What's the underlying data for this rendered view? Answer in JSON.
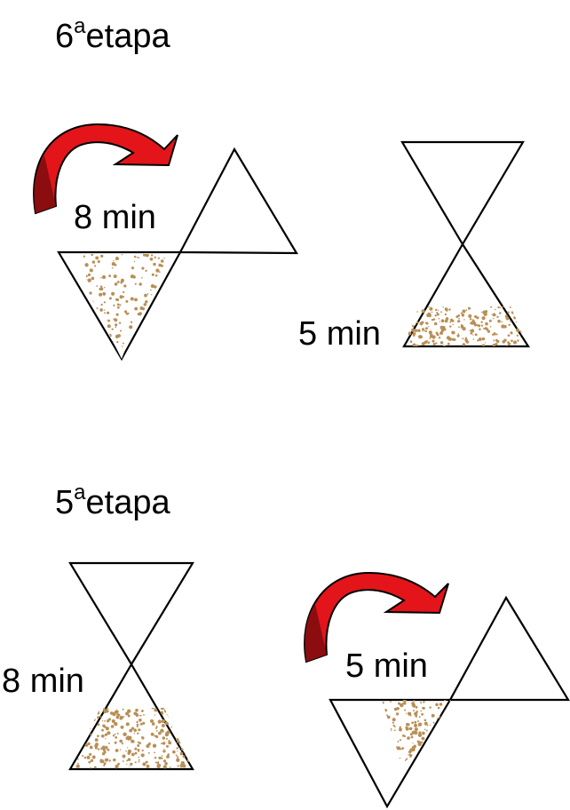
{
  "stage_top": {
    "number": "6",
    "superscript": "a",
    "word": "etapa"
  },
  "stage_bottom": {
    "number": "5",
    "superscript": "a",
    "word": "etapa"
  },
  "labels": {
    "top_left": "8 min",
    "top_right": "5 min",
    "bottom_left": "8 min",
    "bottom_right": "5 min"
  },
  "colors": {
    "arrow": "#e3151a",
    "arrow_dark": "#8b0d10",
    "sand": "#b98f55"
  }
}
